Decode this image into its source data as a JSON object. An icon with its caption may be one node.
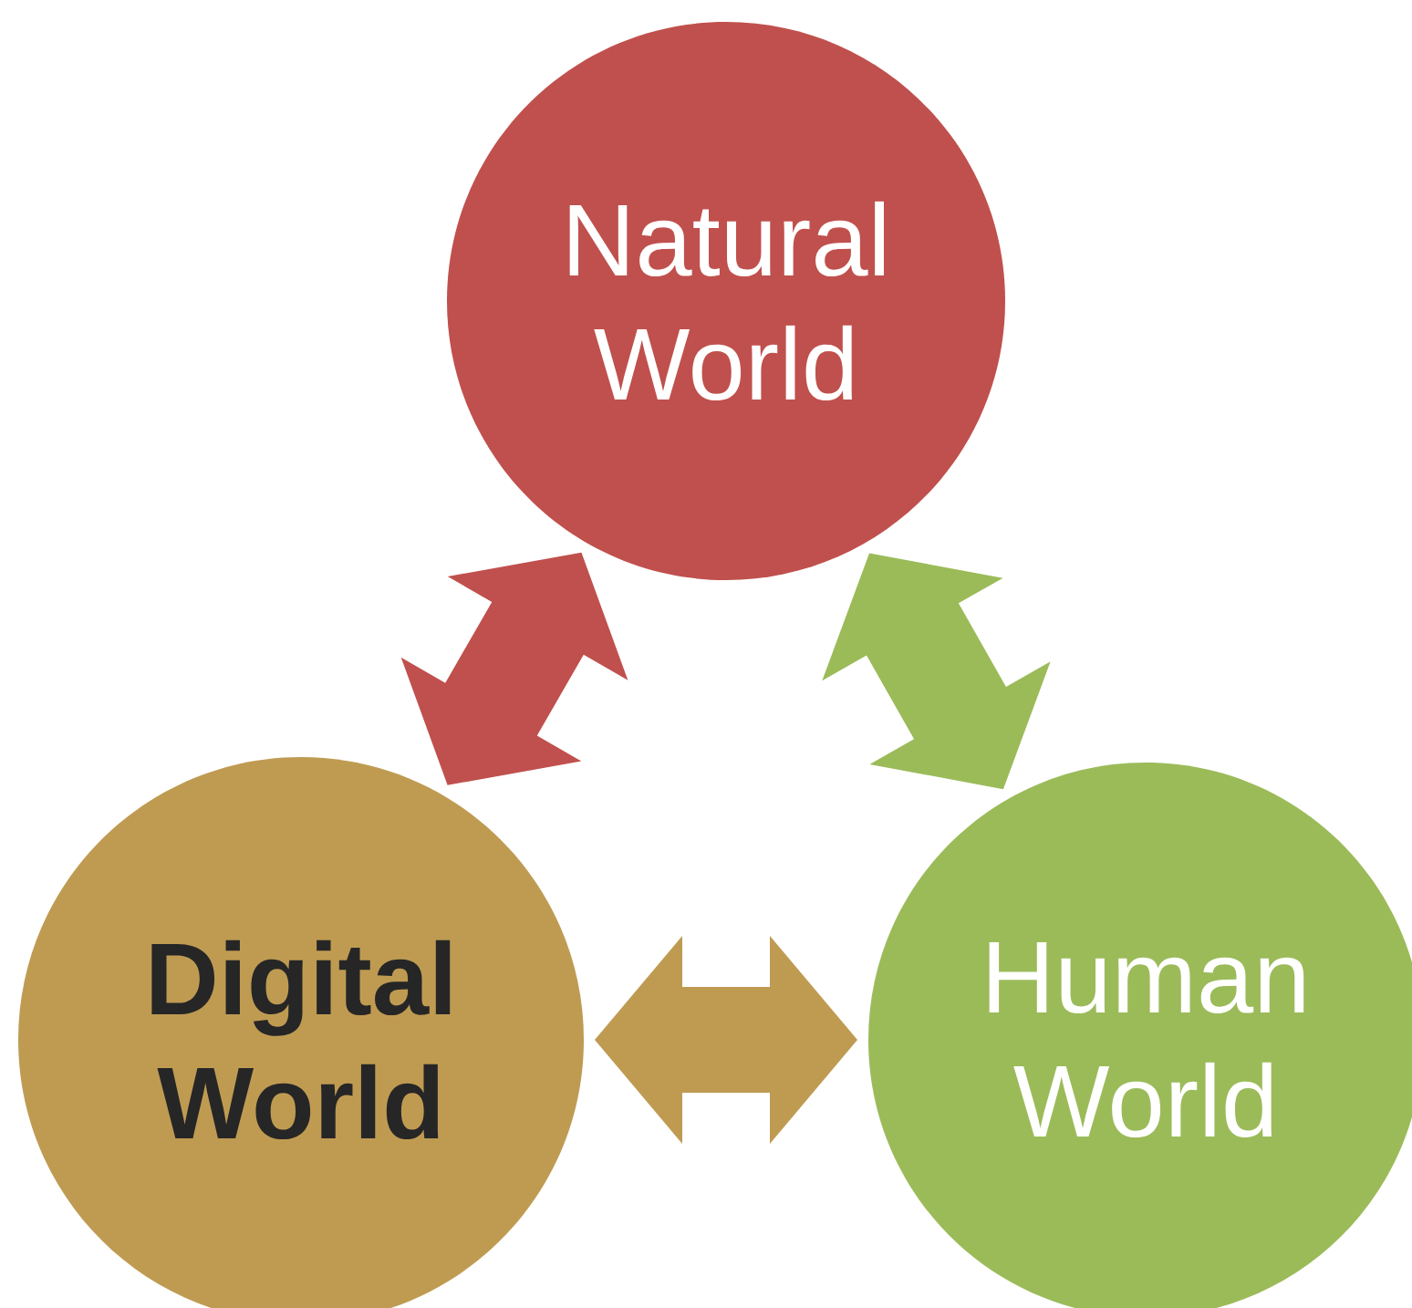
{
  "diagram": {
    "nodes": [
      {
        "text": [
          "Natural World"
        ]
      },
      {
        "text": [
          "Digital World"
        ]
      },
      {
        "text": [
          "Human World"
        ]
      }
    ],
    "edges": [
      {
        "from": 0,
        "to": 1,
        "arrow": "both",
        "color": "#c0504d"
      },
      {
        "from": 0,
        "to": 2,
        "arrow": "both",
        "color": "#9bbb59"
      },
      {
        "from": 1,
        "to": 2,
        "arrow": "both",
        "color": "#bf9b52"
      }
    ]
  }
}
